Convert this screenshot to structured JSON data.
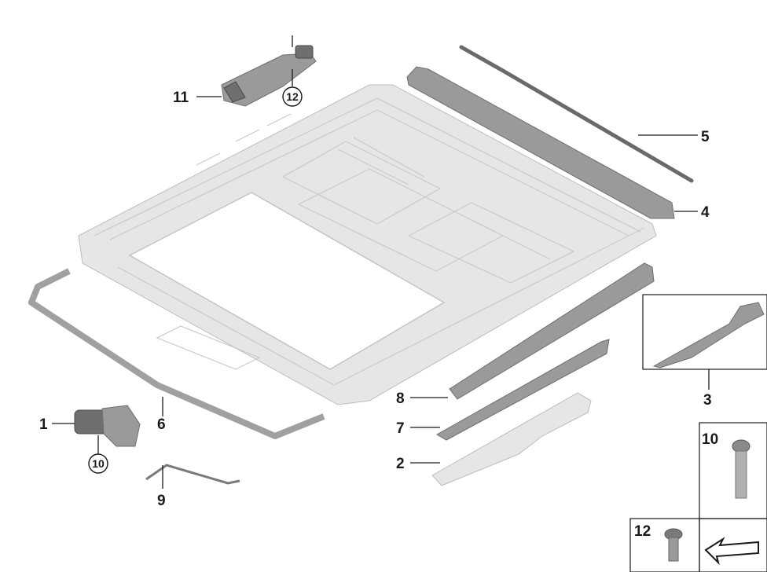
{
  "callouts": {
    "c1": "1",
    "c2": "2",
    "c3": "3",
    "c4": "4",
    "c5": "5",
    "c6": "6",
    "c7": "7",
    "c8": "8",
    "c9": "9",
    "c10_circle": "10",
    "c10_box": "10",
    "c11": "11",
    "c12_circle": "12",
    "c12_box": "12"
  },
  "colors": {
    "frame": "#e6e6e6",
    "part": "#9a9a9a",
    "dark_part": "#6f6f6f",
    "text": "#1a1a1a"
  }
}
